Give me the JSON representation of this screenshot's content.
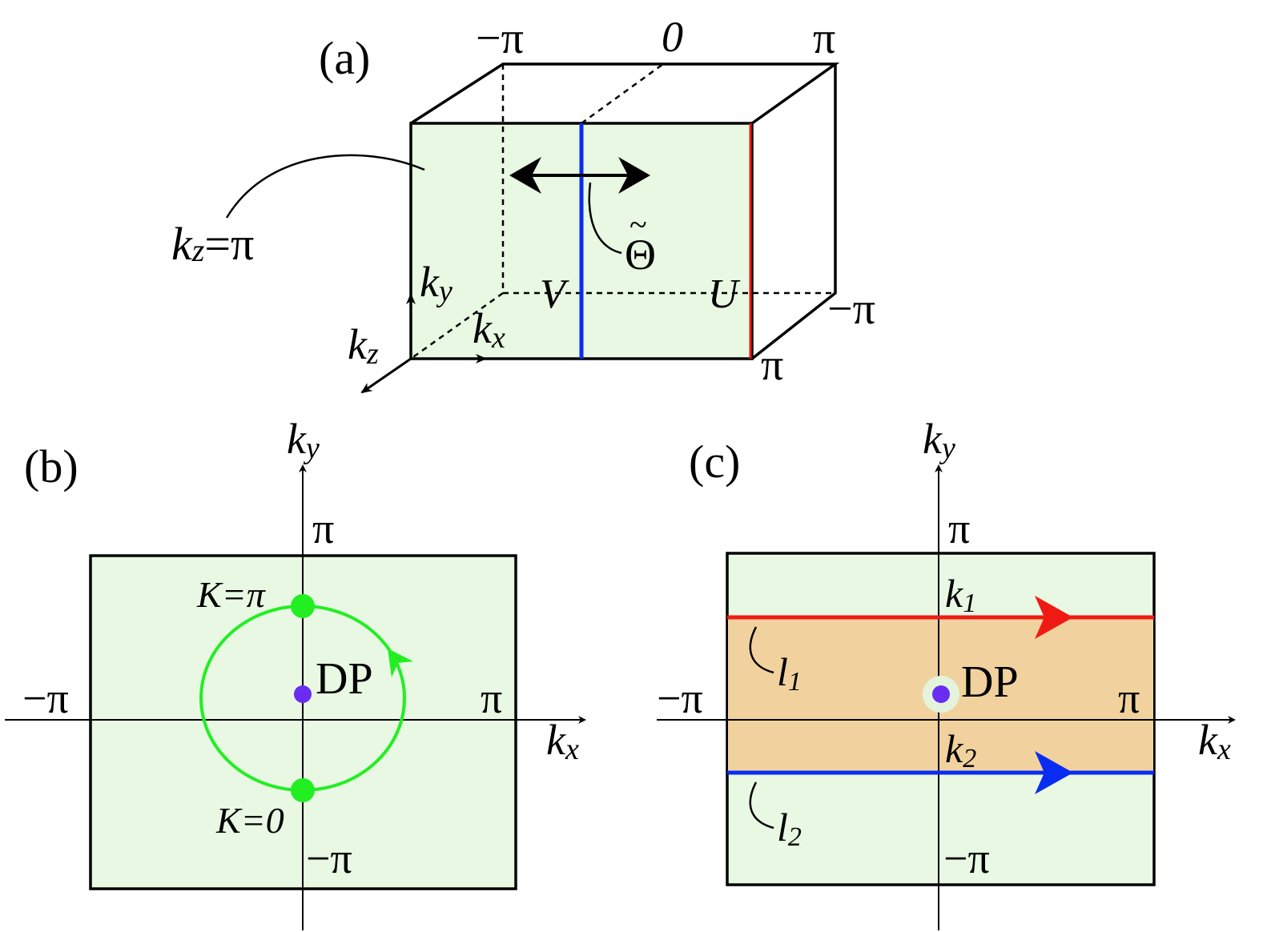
{
  "colors": {
    "zone_fill": "#e8f8e3",
    "band_fill": "#f1d29e",
    "line_black": "#000000",
    "blue_line": "#0a2cf0",
    "red_line": "#f01a14",
    "green_loop": "#22ee22",
    "dp_point": "#6a2cf2",
    "dp_halo": "#e4f4dc"
  },
  "panel_a": {
    "label": "(a)",
    "top_labels": {
      "minus_pi": "−π",
      "zero": "0",
      "pi": "π"
    },
    "side_labels": {
      "minus_pi": "−π",
      "pi": "π"
    },
    "plane_label": {
      "k": "k",
      "sub": "z",
      "value": "=π"
    },
    "axes": {
      "ky": {
        "k": "k",
        "sub": "y"
      },
      "kx": {
        "k": "k",
        "sub": "x"
      },
      "kz": {
        "k": "k",
        "sub": "z"
      }
    },
    "line_v": "V",
    "line_u": "U",
    "symmetry": "Θ",
    "symmetry_accent": "~"
  },
  "panel_b": {
    "label": "(b)",
    "axis_y": {
      "k": "k",
      "sub": "y"
    },
    "axis_x": {
      "k": "k",
      "sub": "x"
    },
    "tick_top": "π",
    "tick_bottom": "−π",
    "tick_left": "−π",
    "tick_right": "π",
    "point_top": "K=π",
    "point_bottom": "K=0",
    "dp": "DP"
  },
  "panel_c": {
    "label": "(c)",
    "axis_y": {
      "k": "k",
      "sub": "y"
    },
    "axis_x": {
      "k": "k",
      "sub": "x"
    },
    "tick_top": "π",
    "tick_bottom": "−π",
    "tick_left": "−π",
    "tick_right": "π",
    "k1": {
      "k": "k",
      "sub": "1"
    },
    "k2": {
      "k": "k",
      "sub": "2"
    },
    "l1": {
      "l": "l",
      "sub": "1"
    },
    "l2": {
      "l": "l",
      "sub": "2"
    },
    "dp": "DP"
  }
}
